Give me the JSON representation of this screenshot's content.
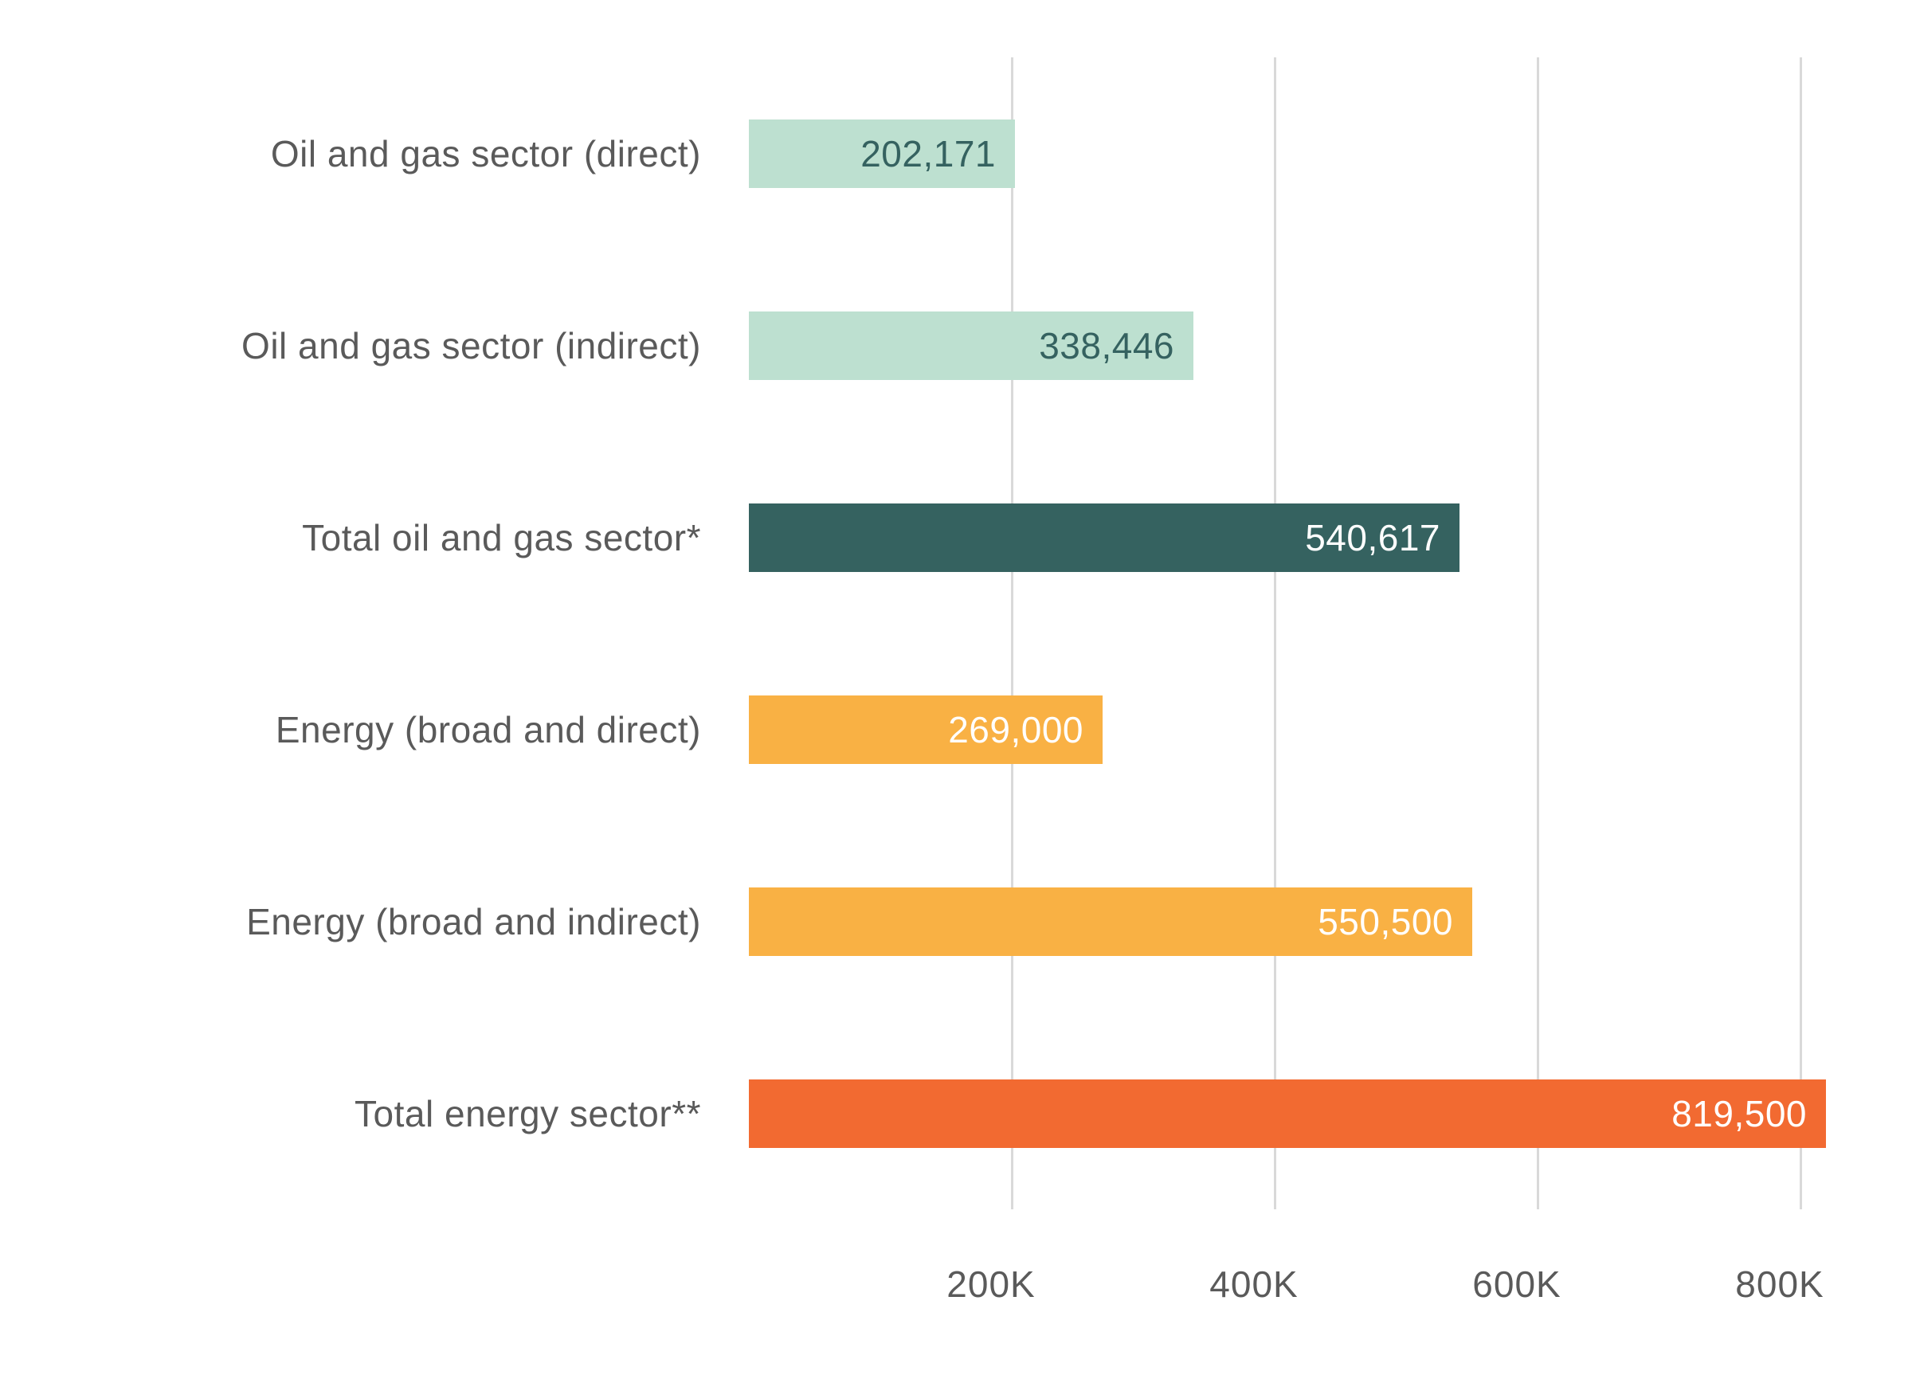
{
  "chart_data": {
    "type": "bar",
    "orientation": "horizontal",
    "title": "",
    "xlabel": "",
    "ylabel": "",
    "categories": [
      "Oil and gas sector (direct)",
      "Oil and gas sector (indirect)",
      "Total oil and gas sector*",
      "Energy (broad and direct)",
      "Energy (broad and indirect)",
      "Total energy sector**"
    ],
    "values": [
      202171,
      338446,
      540617,
      269000,
      550500,
      819500
    ],
    "value_labels": [
      "202,171",
      "338,446",
      "540,617",
      "269,000",
      "550,500",
      "819,500"
    ],
    "bar_colors": [
      "#bde0d0",
      "#bde0d0",
      "#356260",
      "#f9b144",
      "#f9b144",
      "#f26a31"
    ],
    "value_text_colors": [
      "#356260",
      "#356260",
      "#ffffff",
      "#ffffff",
      "#ffffff",
      "#ffffff"
    ],
    "x_ticks": [
      {
        "label": "200K",
        "value": 200000
      },
      {
        "label": "400K",
        "value": 400000
      },
      {
        "label": "600K",
        "value": 600000
      },
      {
        "label": "800K",
        "value": 800000
      }
    ],
    "xlim": [
      0,
      885000
    ],
    "grid": "vertical",
    "legend_position": "none",
    "colors": {
      "category_label": "#5a5a5a",
      "tick_label": "#5a5a5a",
      "gridline": "#d9d9d9",
      "background": "#ffffff"
    }
  }
}
